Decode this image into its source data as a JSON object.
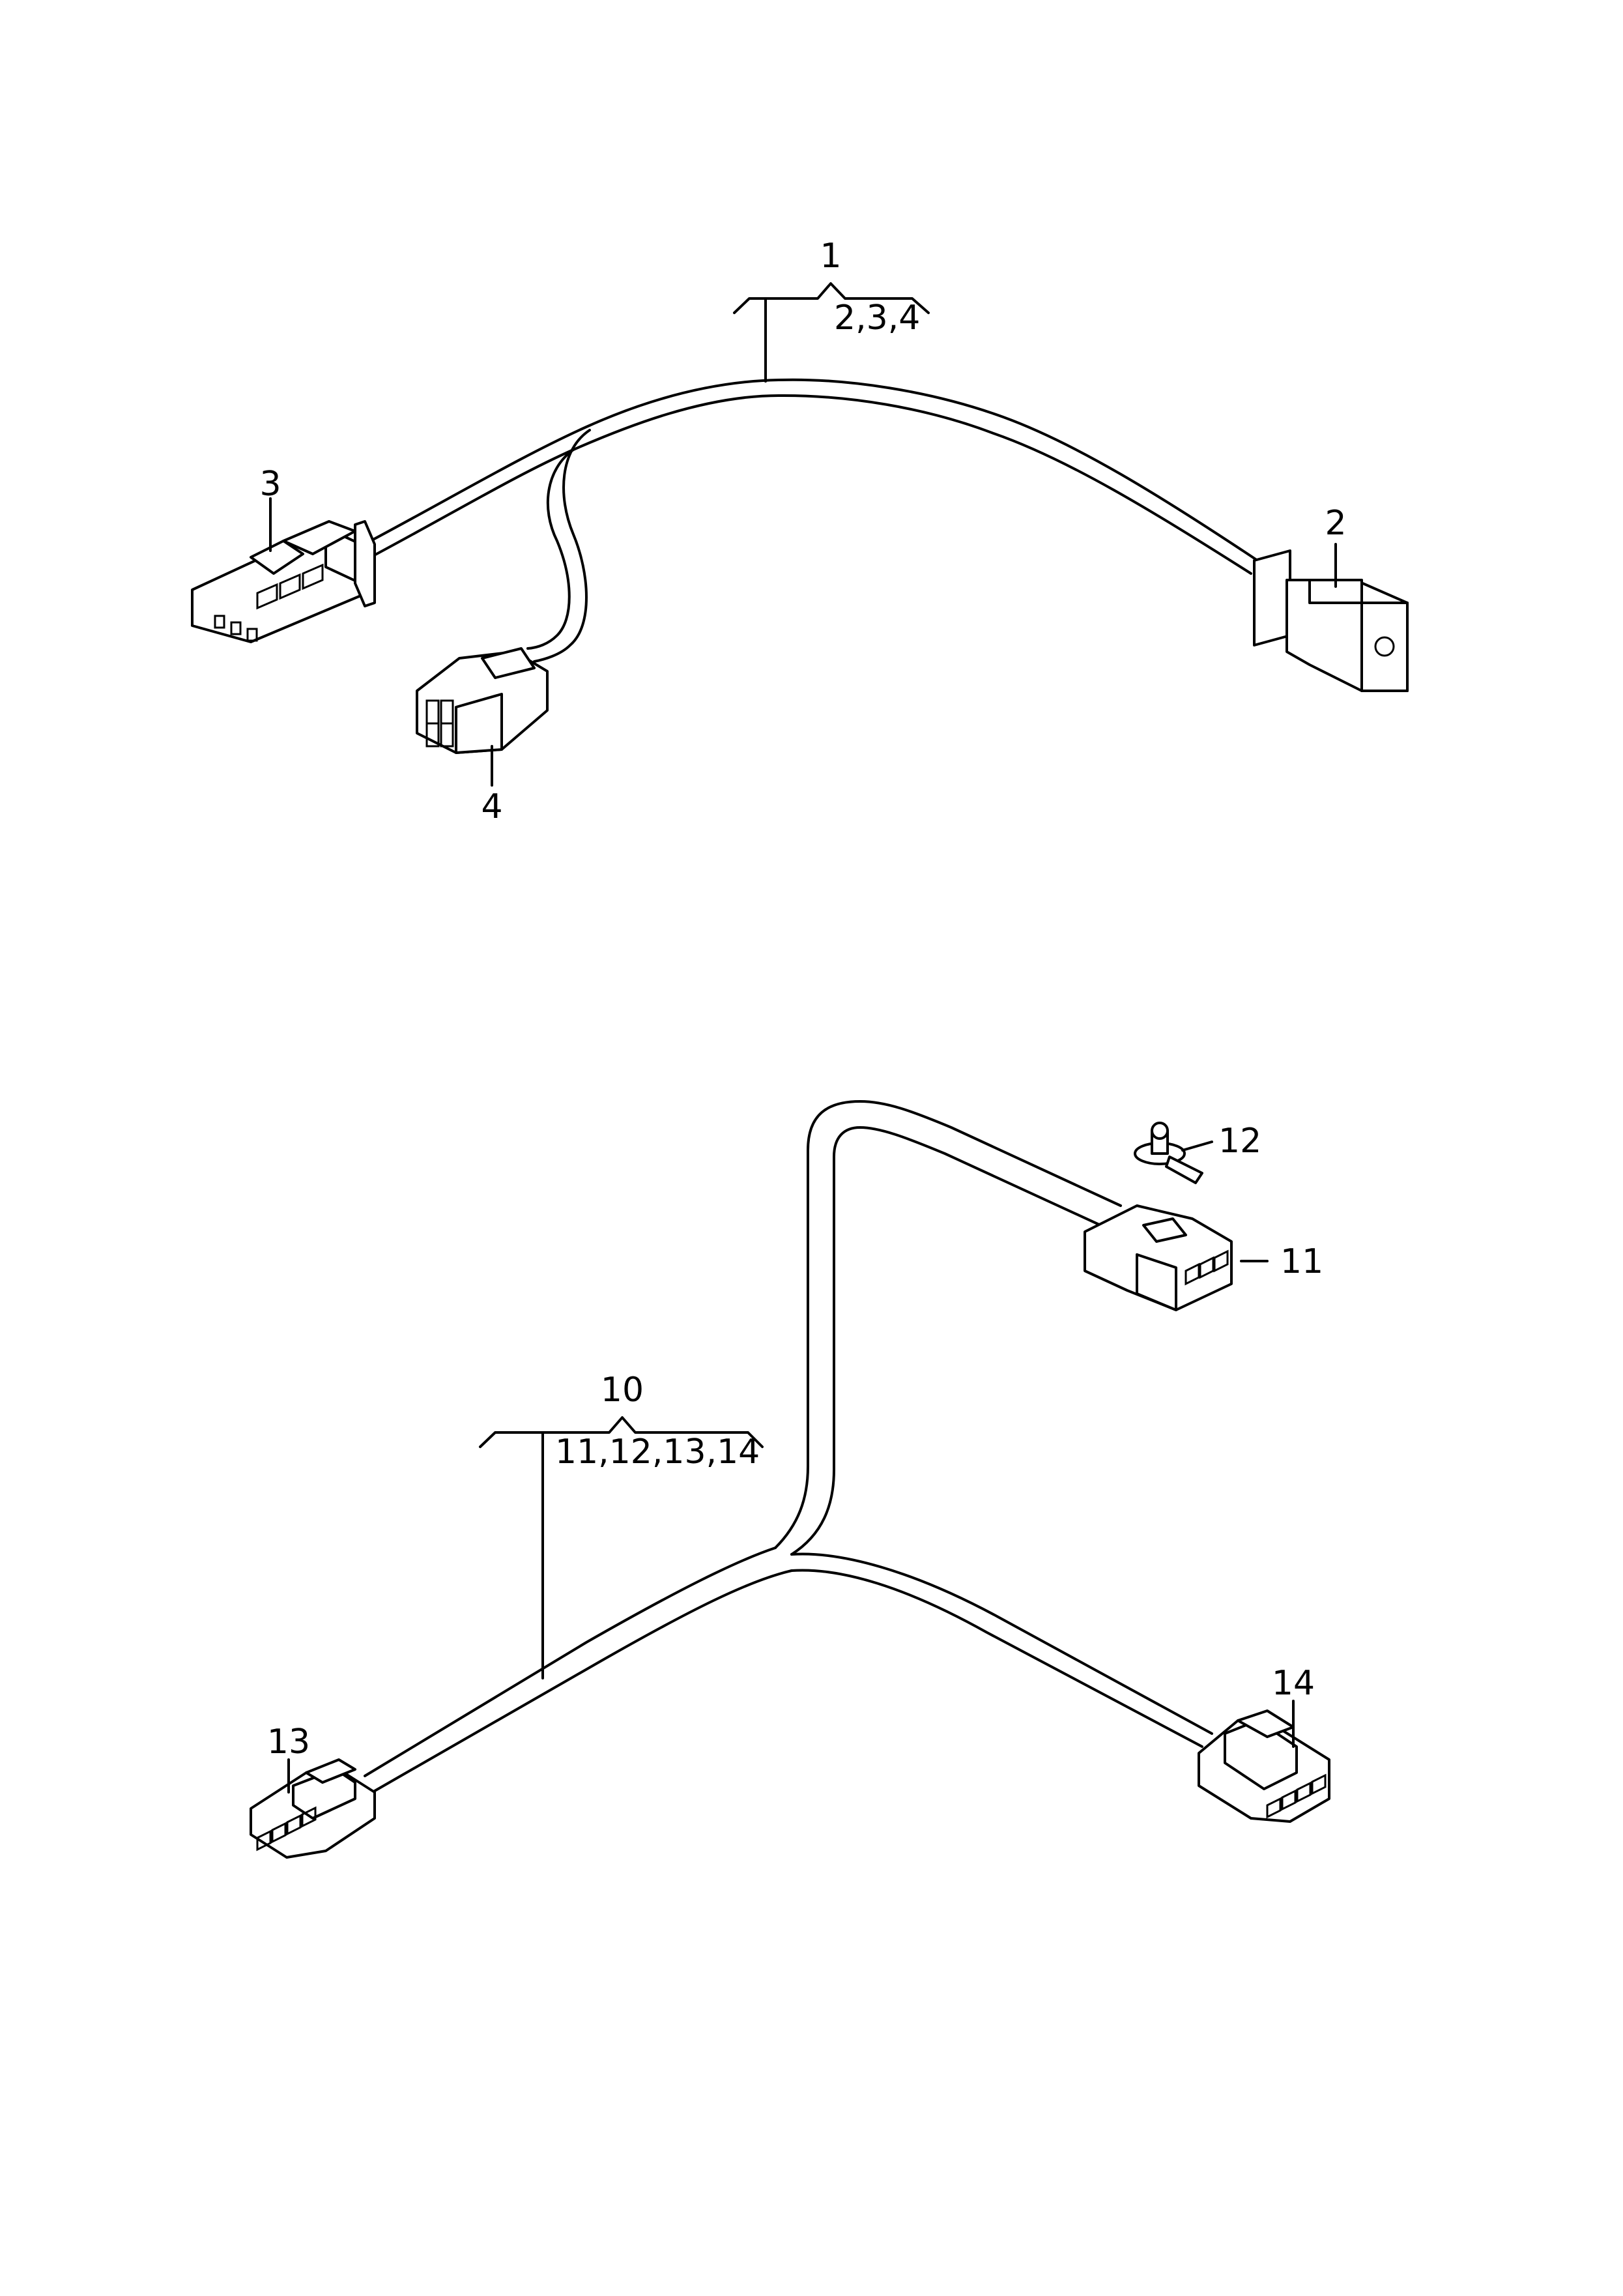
{
  "assembly_1": {
    "label": "1",
    "includes": "2,3,4"
  },
  "assembly_10": {
    "label": "10",
    "includes": "11,12,13,14"
  },
  "parts": {
    "p2": "2",
    "p3": "3",
    "p4": "4",
    "p11": "11",
    "p12": "12",
    "p13": "13",
    "p14": "14"
  },
  "colors": {
    "line": "#000000",
    "background": "#ffffff"
  }
}
